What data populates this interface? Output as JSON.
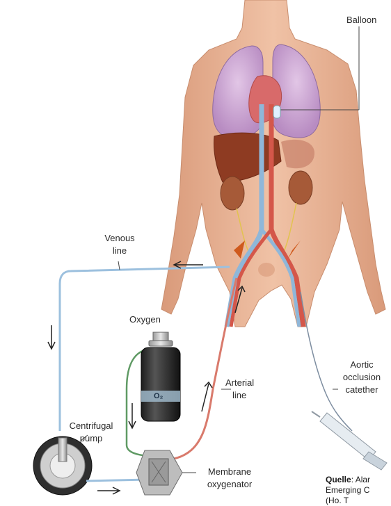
{
  "labels": {
    "balloon": "Balloon",
    "venous_line": [
      "Venous",
      "line"
    ],
    "oxygen": "Oxygen",
    "o2": "O₂",
    "arterial_line": [
      "Arterial",
      "line"
    ],
    "aortic_catheter": [
      "Aortic",
      "occlusion",
      "catether"
    ],
    "centrifugal_pump": [
      "Centrifugal",
      "pump"
    ],
    "membrane_oxygenator": [
      "Membrane",
      "oxygenator"
    ]
  },
  "caption": {
    "source_label": "Quelle",
    "source_text": ": Alar",
    "line2": "Emerging C",
    "line3": "(Ho. T"
  },
  "colors": {
    "skin": "#e9b596",
    "lung": "#cfa9d6",
    "vein": "#8fb7d9",
    "artery": "#d4574a",
    "venous_tube": "#9cc0de",
    "arterial_tube": "#d97a6c",
    "oxygen_tube": "#5f9a64"
  }
}
